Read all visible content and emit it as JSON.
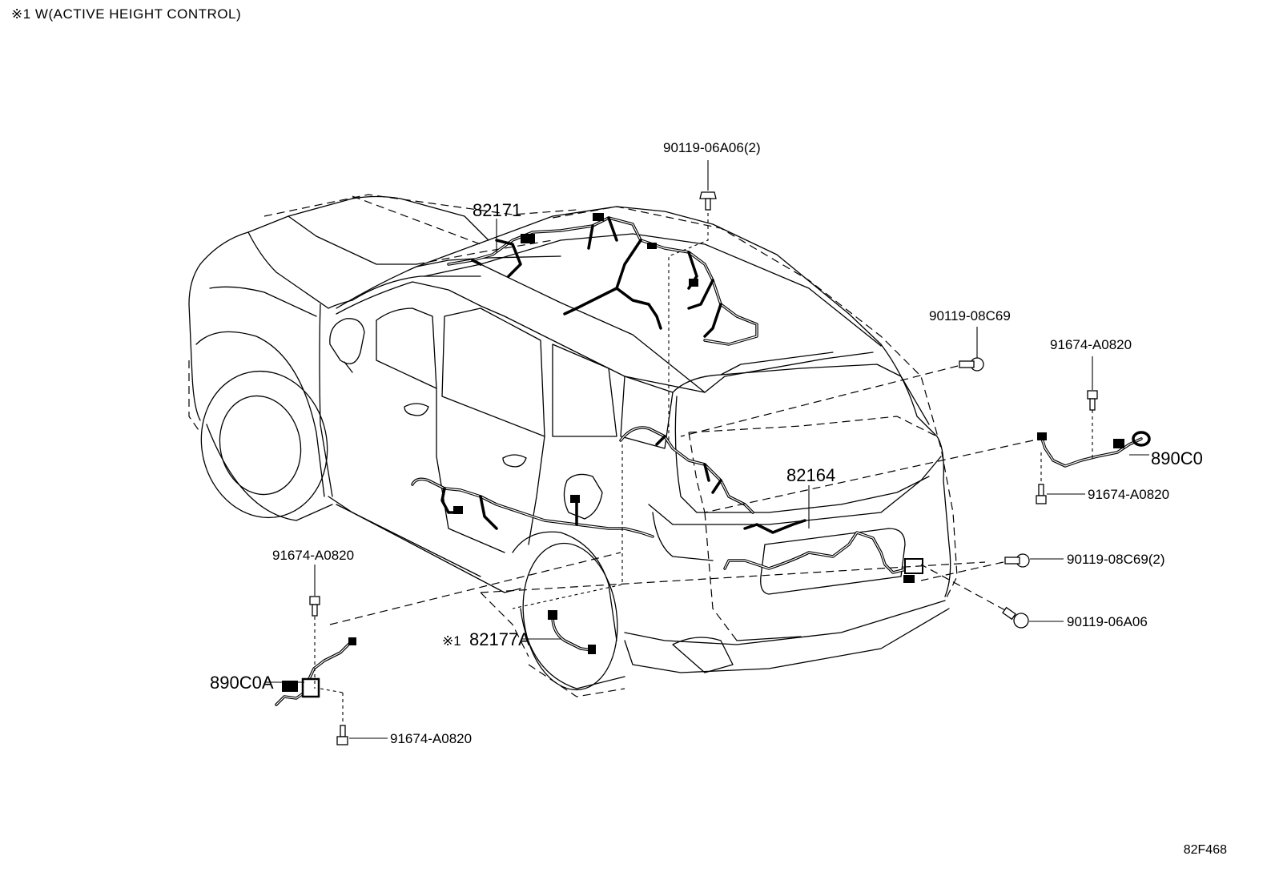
{
  "note": "※1 W(ACTIVE HEIGHT CONTROL)",
  "reference_code": "82F468",
  "labels": {
    "bolt_roof": "90119-06A06(2)",
    "harness_roof": "82171",
    "bolt_quarter": "90119-08C69",
    "bolt_sensor_rr_top": "91674-A0820",
    "sensor_rr": "890C0",
    "bolt_sensor_rr_bottom": "91674-A0820",
    "harness_back_door": "82164",
    "bolt_rear_pair": "90119-08C69(2)",
    "bolt_rear_single": "90119-06A06",
    "bolt_sensor_rl_top": "91674-A0820",
    "sensor_rl": "890C0A",
    "bolt_sensor_rl_bottom": "91674-A0820",
    "harness_height_prefix": "※1",
    "harness_height": "82177A"
  }
}
